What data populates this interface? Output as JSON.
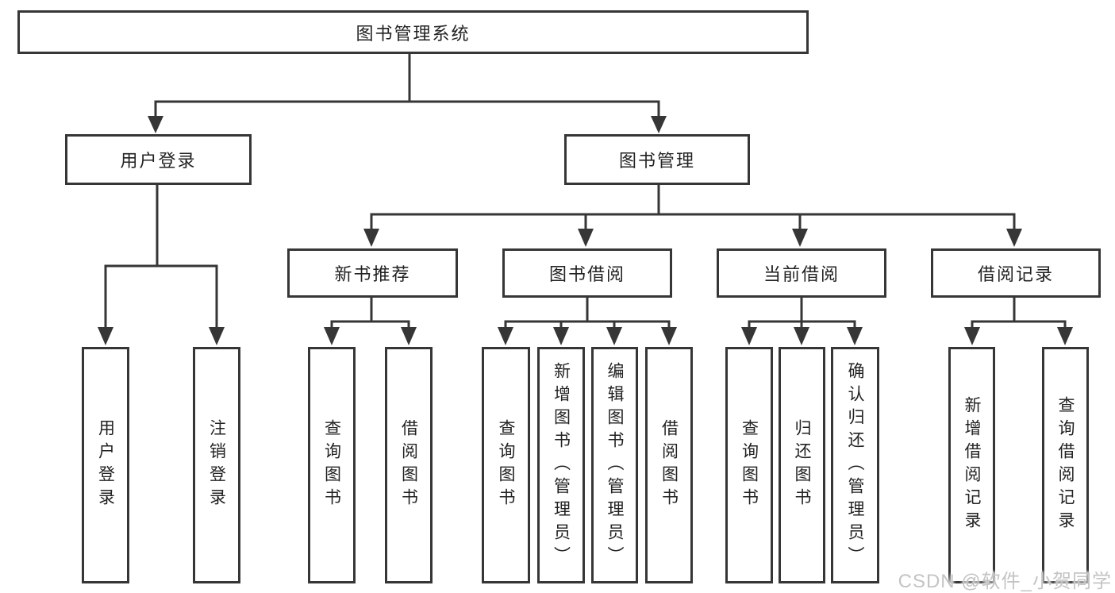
{
  "tree": {
    "label": "图书管理系统",
    "children": [
      {
        "label": "用户登录",
        "children": [
          {
            "label": "用户登录"
          },
          {
            "label": "注销登录"
          }
        ]
      },
      {
        "label": "图书管理",
        "children": [
          {
            "label": "新书推荐",
            "children": [
              {
                "label": "查询图书"
              },
              {
                "label": "借阅图书"
              }
            ]
          },
          {
            "label": "图书借阅",
            "children": [
              {
                "label": "查询图书"
              },
              {
                "label": "新增图书（管理员）"
              },
              {
                "label": "编辑图书（管理员）"
              },
              {
                "label": "借阅图书"
              }
            ]
          },
          {
            "label": "当前借阅",
            "children": [
              {
                "label": "查询图书"
              },
              {
                "label": "归还图书"
              },
              {
                "label": "确认归还（管理员）"
              }
            ]
          },
          {
            "label": "借阅记录",
            "children": [
              {
                "label": "新增借阅记录"
              },
              {
                "label": "查询借阅记录"
              }
            ]
          }
        ]
      }
    ]
  },
  "watermark": {
    "text": "CSDN @软件_小贺同学"
  },
  "colors": {
    "line": "#363636",
    "box_border": "#363636",
    "box_background": "#ffffff",
    "text": "#222222",
    "watermark": "#c4c4c4",
    "page_background": "#ffffff"
  }
}
